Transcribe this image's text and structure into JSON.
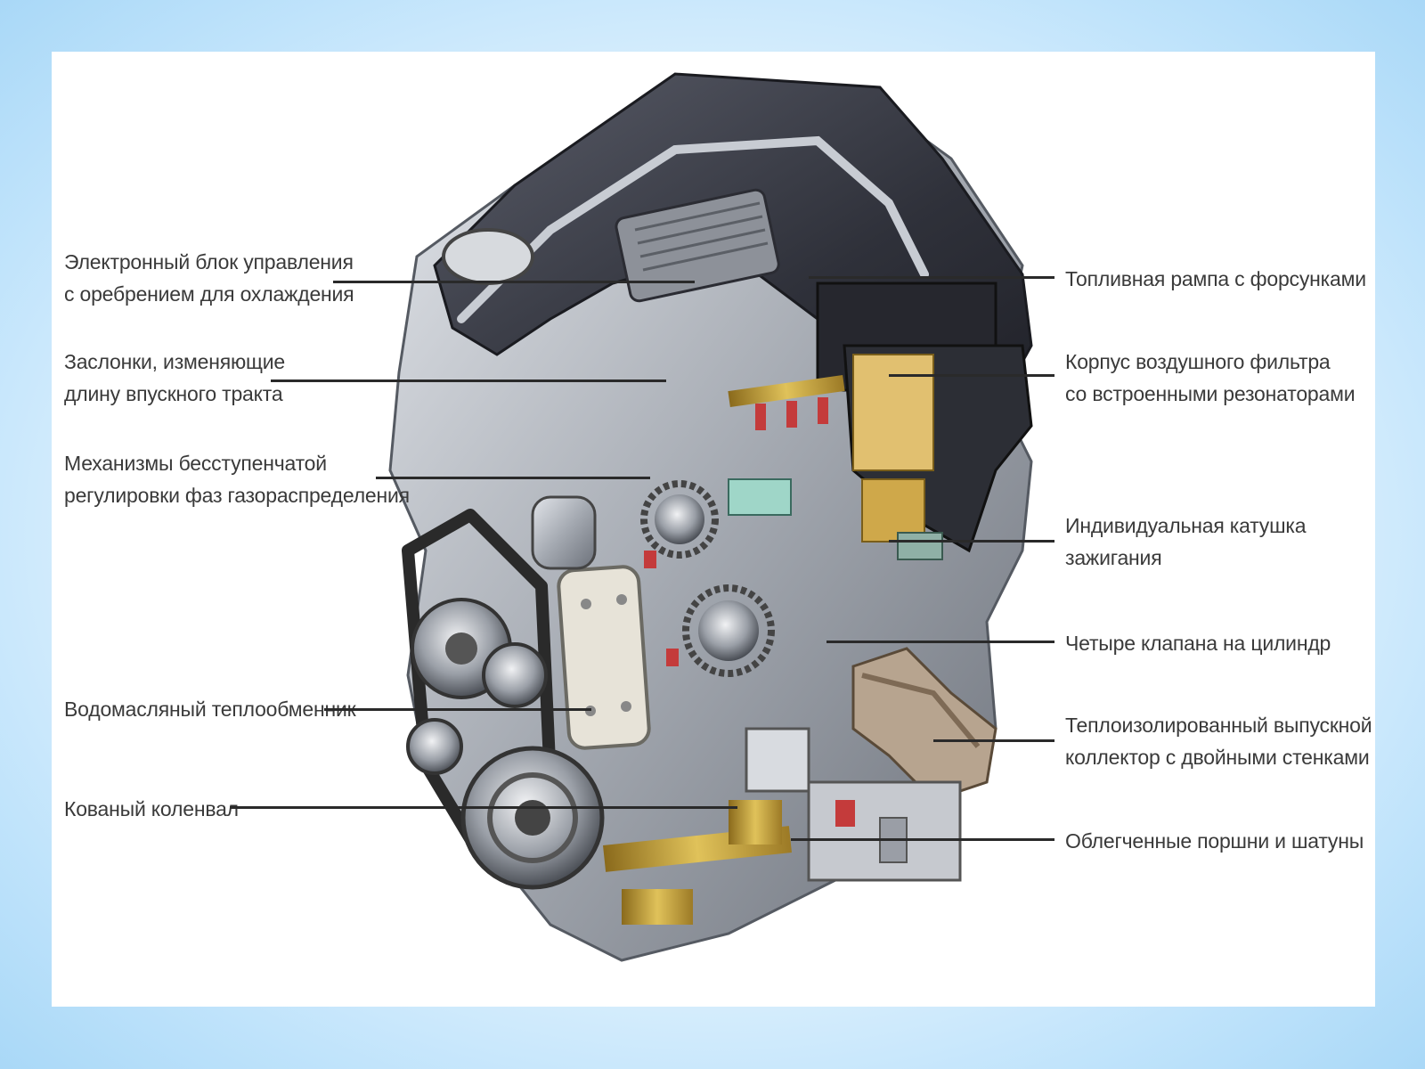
{
  "colors": {
    "background_outer": "#a9d8f7",
    "panel": "#ffffff",
    "label_text": "#3a3a3a",
    "leader_line": "#2a2a2a",
    "engine_cover": "#3b3d48",
    "metal": "#a8adb5",
    "brass": "#c9a23c"
  },
  "labels": {
    "ecu": {
      "line1": "Электронный блок управления",
      "line2": "с оребрением для охлаждения"
    },
    "intake_flaps": {
      "line1": "Заслонки, изменяющие",
      "line2": "длину впускного тракта"
    },
    "cam_phasers": {
      "line1": "Механизмы бесступенчатой",
      "line2": "регулировки фаз газораспределения"
    },
    "oil_cooler": {
      "line1": "Водомасляный теплообменник"
    },
    "crankshaft": {
      "line1": "Кованый коленвал"
    },
    "fuel_rail": {
      "line1": "Топливная рампа с форсунками"
    },
    "air_filter": {
      "line1": "Корпус воздушного фильтра",
      "line2": "со встроенными резонаторами"
    },
    "ignition_coil": {
      "line1": "Индивидуальная катушка",
      "line2": "зажигания"
    },
    "valves": {
      "line1": "Четыре клапана на цилиндр"
    },
    "exhaust_manifold": {
      "line1": "Теплоизолированный выпускной",
      "line2": "коллектор с двойными стенками"
    },
    "pistons": {
      "line1": "Облегченные поршни и шатуны"
    }
  }
}
